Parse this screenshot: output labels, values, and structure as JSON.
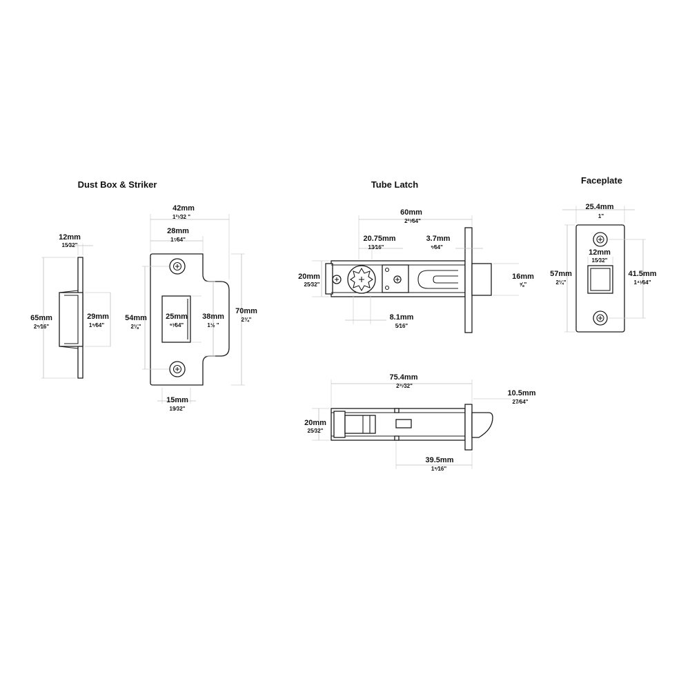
{
  "titles": {
    "dust_box_striker": "Dust Box & Striker",
    "tube_latch": "Tube Latch",
    "faceplate": "Faceplate"
  },
  "dust_box": {
    "width": {
      "mm": "12mm",
      "in": "15⁄32\""
    },
    "height": {
      "mm": "65mm",
      "in": "2⁹⁄16\""
    },
    "box_height": {
      "mm": "29mm",
      "in": "1⁹⁄64\""
    }
  },
  "striker": {
    "width": {
      "mm": "42mm",
      "in": "1²¹⁄32 \""
    },
    "width_to_lip": {
      "mm": "28mm",
      "in": "1⁷⁄64\""
    },
    "hole_spacing": {
      "mm": "54mm",
      "in": "2⅛\""
    },
    "opening": {
      "mm": "25mm",
      "in": "⁶³⁄64\""
    },
    "lip_height": {
      "mm": "38mm",
      "in": "1½ \""
    },
    "height": {
      "mm": "70mm",
      "in": "2¾\""
    },
    "bottom_offset": {
      "mm": "15mm",
      "in": "19⁄32\""
    }
  },
  "tube_latch": {
    "length": {
      "mm": "60mm",
      "in": "2²³⁄64\""
    },
    "hub_offset": {
      "mm": "20.75mm",
      "in": "13⁄16\""
    },
    "plate_thickness": {
      "mm": "3.7mm",
      "in": "⁹⁄64\""
    },
    "tube_diameter": {
      "mm": "20mm",
      "in": "25⁄32\""
    },
    "nose_height": {
      "mm": "16mm",
      "in": "⅝\""
    },
    "hub_size": {
      "mm": "8.1mm",
      "in": "5⁄16\""
    },
    "total_length": {
      "mm": "75.4mm",
      "in": "2³¹⁄32\""
    },
    "bolt_projection": {
      "mm": "10.5mm",
      "in": "27⁄64\""
    },
    "side_diameter": {
      "mm": "20mm",
      "in": "25⁄32\""
    },
    "backset_length": {
      "mm": "39.5mm",
      "in": "1⁹⁄16\""
    }
  },
  "faceplate": {
    "width": {
      "mm": "25.4mm",
      "in": "1\""
    },
    "slot_width": {
      "mm": "12mm",
      "in": "15⁄32\""
    },
    "height": {
      "mm": "57mm",
      "in": "2¼\""
    },
    "hole_spacing": {
      "mm": "41.5mm",
      "in": "1⁴¹⁄64\""
    }
  }
}
